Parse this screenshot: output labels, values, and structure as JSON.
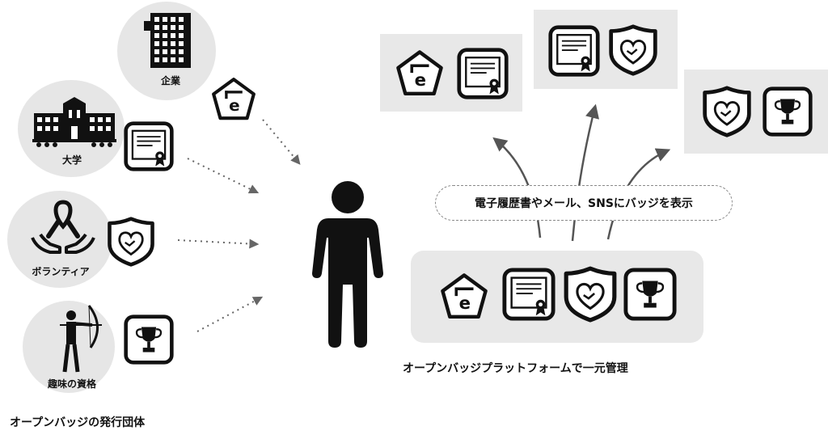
{
  "issuers": {
    "title": "オープンバッジの発行団体",
    "items": [
      {
        "label": "企業",
        "icon": "office-building-icon",
        "badge": "e-learning-badge-icon"
      },
      {
        "label": "大学",
        "icon": "university-building-icon",
        "badge": "certificate-badge-icon"
      },
      {
        "label": "ボランティア",
        "icon": "ribbon-hands-icon",
        "badge": "heart-handshake-badge-icon"
      },
      {
        "label": "趣味の資格",
        "icon": "archer-icon",
        "badge": "trophy-badge-icon"
      }
    ]
  },
  "platform": {
    "caption": "オープンバッジプラットフォームで一元管理",
    "display_note": "電子履歴書やメール、SNSにバッジを表示"
  },
  "colors": {
    "panel": "#e8e8e8",
    "circle": "#e6e6e6",
    "ink": "#111111",
    "dots": "#666666"
  }
}
